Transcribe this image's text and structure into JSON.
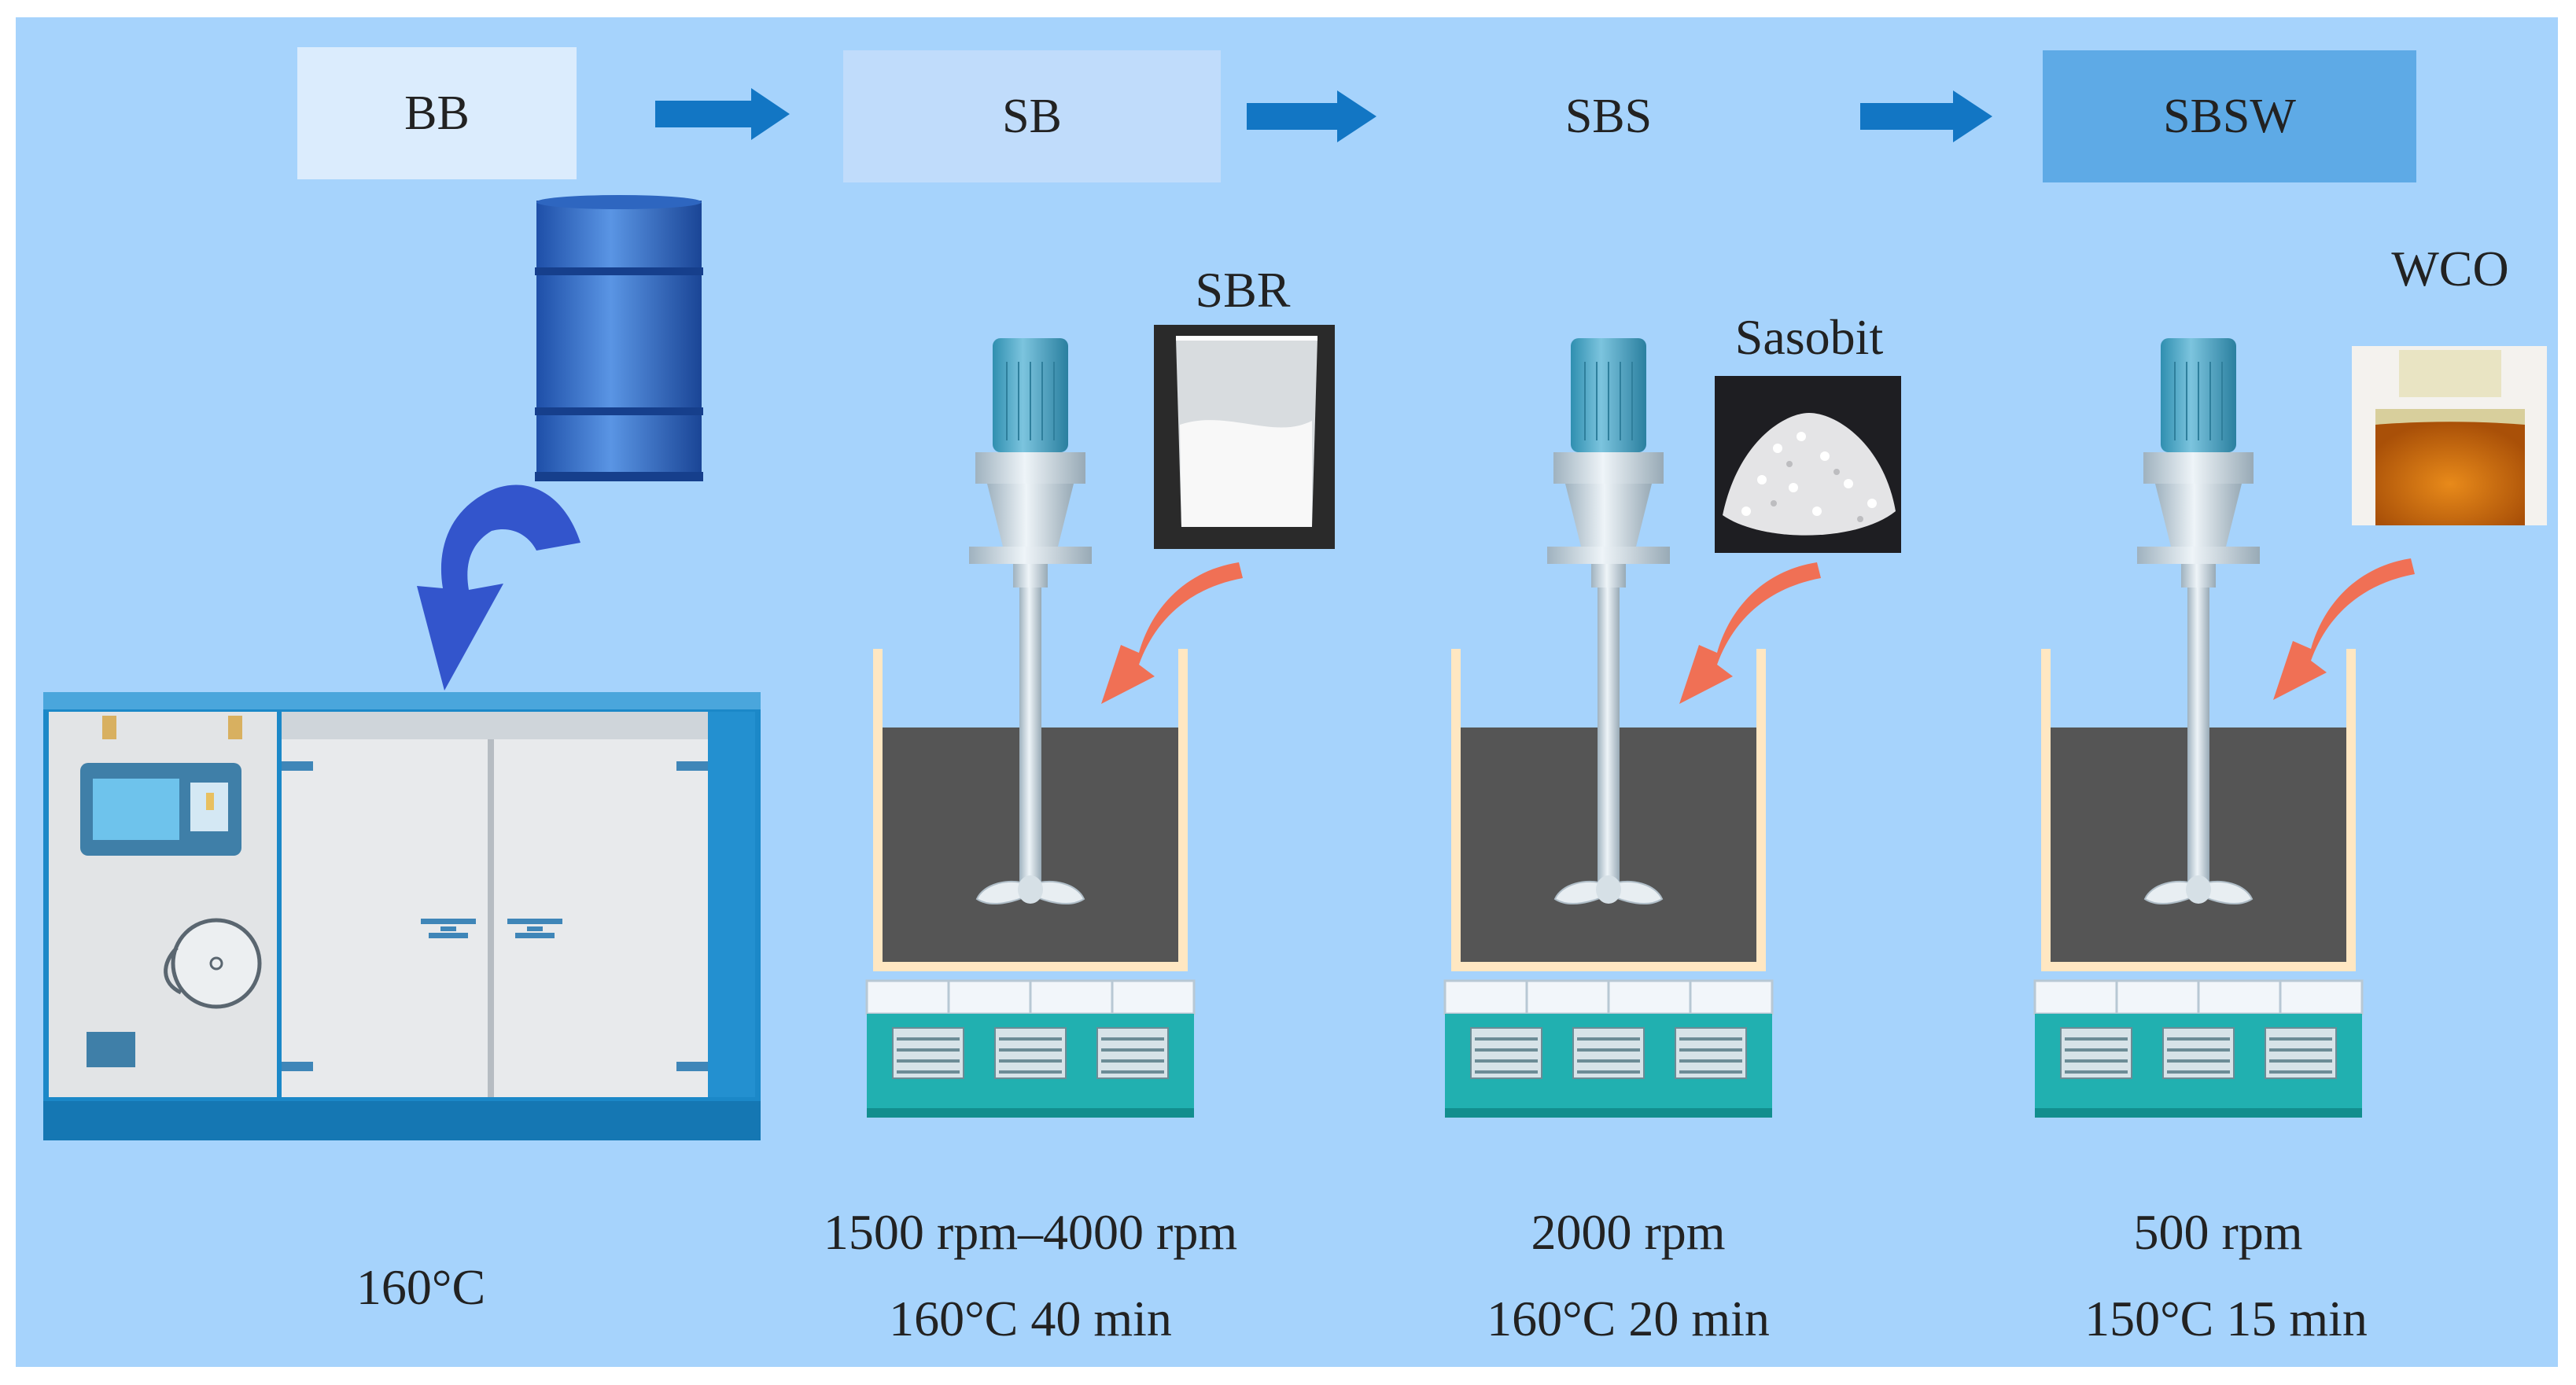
{
  "stages": [
    {
      "label": "BB",
      "fill": "#dbecfd"
    },
    {
      "label": "SB",
      "fill": "#c0dcfb"
    },
    {
      "label": "SBS",
      "fill": "none"
    },
    {
      "label": "SBSW",
      "fill": "#5eaae6"
    }
  ],
  "additives": {
    "sbr": "SBR",
    "sasobit": "Sasobit",
    "wco": "WCO"
  },
  "conditions": {
    "oven_temp": "160°C",
    "step1_speed": "1500 rpm–4000 rpm",
    "step1_temp_time": "160°C 40 min",
    "step2_speed": "2000 rpm",
    "step2_temp_time": "160°C 20 min",
    "step3_speed": "500 rpm",
    "step3_temp_time": "150°C 15 min"
  },
  "colors": {
    "background": "#a6d3fc",
    "flow_arrow": "#1276c4",
    "drop_arrow": "#3355cc",
    "add_arrow": "#f07055",
    "asphalt": "#555555",
    "mixer_base": "#21b0b0",
    "oven_frame": "#1b88c8"
  },
  "icons": [
    "barrel-icon",
    "oven-icon",
    "mixer-icon",
    "beaker-icon"
  ]
}
